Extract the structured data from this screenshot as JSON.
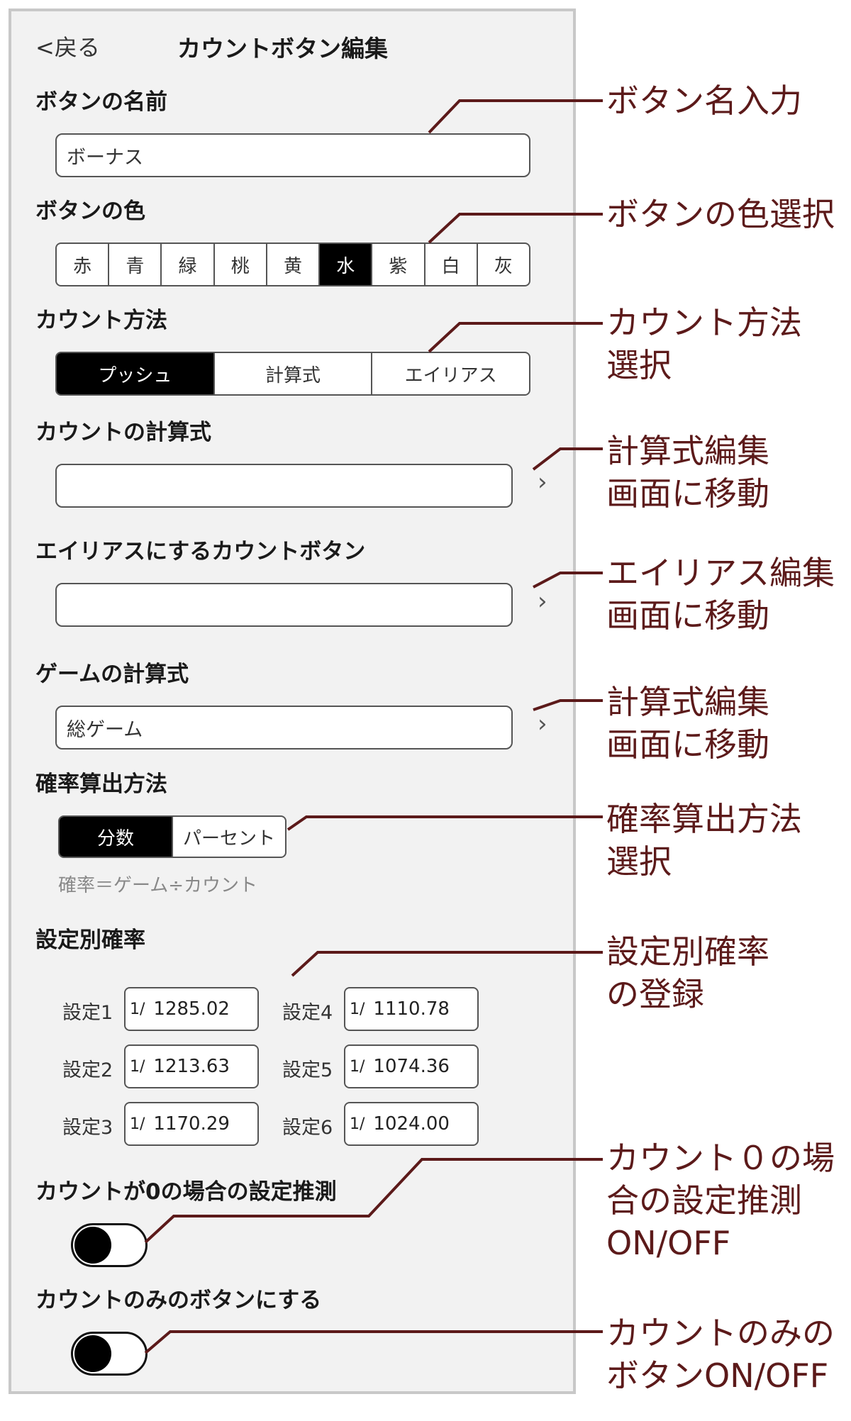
{
  "header": {
    "back": "<戻る",
    "title": "カウントボタン編集"
  },
  "sections": {
    "name_label": "ボタンの名前",
    "name_value": "ボーナス",
    "color_label": "ボタンの色",
    "colors": [
      "赤",
      "青",
      "緑",
      "桃",
      "黄",
      "水",
      "紫",
      "白",
      "灰"
    ],
    "color_selected": "水",
    "method_label": "カウント方法",
    "methods": [
      "プッシュ",
      "計算式",
      "エイリアス"
    ],
    "method_selected": "プッシュ",
    "count_formula_label": "カウントの計算式",
    "count_formula_value": "",
    "alias_label": "エイリアスにするカウントボタン",
    "alias_value": "",
    "game_formula_label": "ゲームの計算式",
    "game_formula_value": "総ゲーム",
    "prob_method_label": "確率算出方法",
    "prob_methods": [
      "分数",
      "パーセント"
    ],
    "prob_method_selected": "分数",
    "prob_note": "確率＝ゲーム÷カウント",
    "settings_label": "設定別確率",
    "settings": [
      {
        "label": "設定1",
        "prefix": "1/",
        "value": "1285.02"
      },
      {
        "label": "設定2",
        "prefix": "1/",
        "value": "1213.63"
      },
      {
        "label": "設定3",
        "prefix": "1/",
        "value": "1170.29"
      },
      {
        "label": "設定4",
        "prefix": "1/",
        "value": "1110.78"
      },
      {
        "label": "設定5",
        "prefix": "1/",
        "value": "1074.36"
      },
      {
        "label": "設定6",
        "prefix": "1/",
        "value": "1024.00"
      }
    ],
    "zero_guess_label": "カウントが0の場合の設定推測",
    "zero_guess_on": false,
    "count_only_label": "カウントのみのボタンにする",
    "count_only_on": false,
    "chevron": "›"
  },
  "annotations": {
    "name": "ボタン名入力",
    "color": "ボタンの色選択",
    "method_1": "カウント方法",
    "method_2": "選択",
    "formula1_1": "計算式編集",
    "formula1_2": "画面に移動",
    "alias_1": "エイリアス編集",
    "alias_2": "画面に移動",
    "formula2_1": "計算式編集",
    "formula2_2": "画面に移動",
    "prob_1": "確率算出方法",
    "prob_2": "選択",
    "settings_1": "設定別確率",
    "settings_2": "の登録",
    "zero_1": "カウント０の場",
    "zero_2": "合の設定推測",
    "zero_3": "ON/OFF",
    "only_1": "カウントのみの",
    "only_2": "ボタンON/OFF"
  },
  "colors": {
    "annotation": "#5c1a1a",
    "selected": "#000000",
    "panel": "#f2f2f2"
  }
}
